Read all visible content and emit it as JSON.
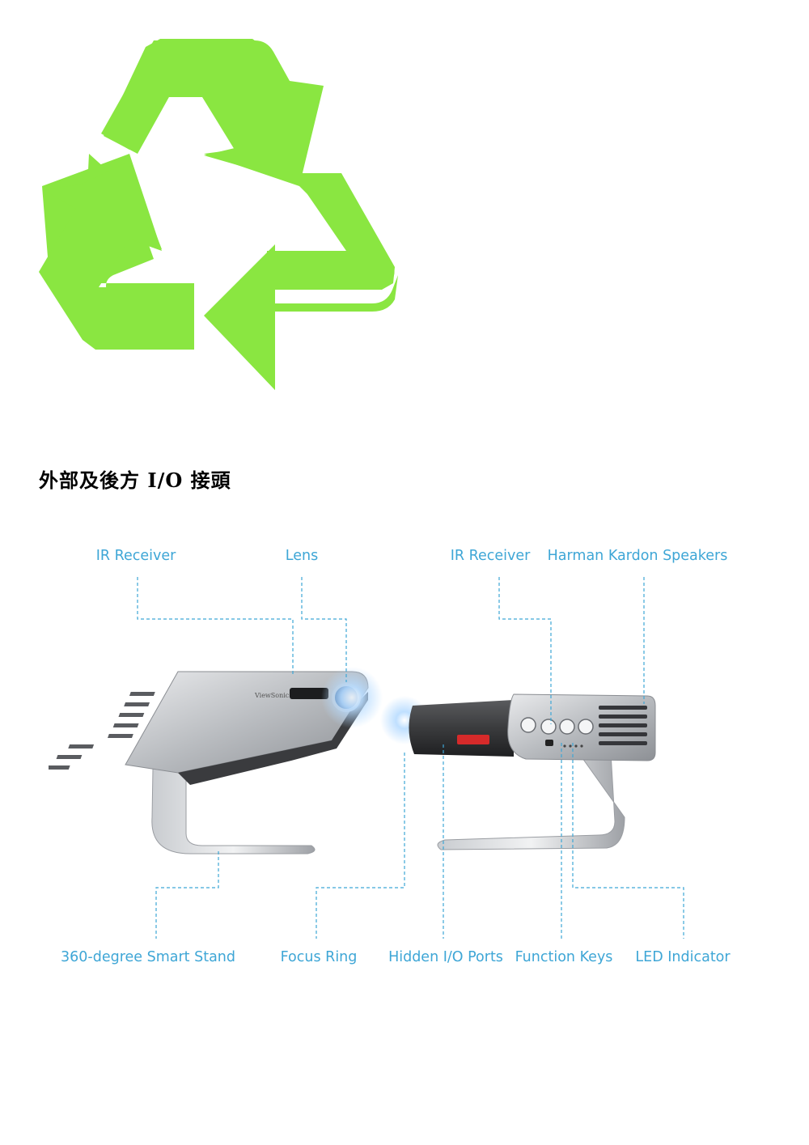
{
  "heading": "外部及後方 I/O 接頭",
  "colors": {
    "recycle_green": "#8ae641",
    "callout_blue": "#3ea6d6"
  },
  "icons": {
    "recycle": "recycle-icon"
  },
  "projector": {
    "brand_text": "ViewSonic"
  },
  "callouts": {
    "ir_receiver_front": "IR Receiver",
    "lens": "Lens",
    "ir_receiver_rear": "IR Receiver",
    "speakers": "Harman Kardon Speakers",
    "smart_stand": "360-degree Smart Stand",
    "focus_ring": "Focus Ring",
    "hidden_ports": "Hidden I/O Ports",
    "function_keys": "Function Keys",
    "led_indicator": "LED Indicator"
  }
}
